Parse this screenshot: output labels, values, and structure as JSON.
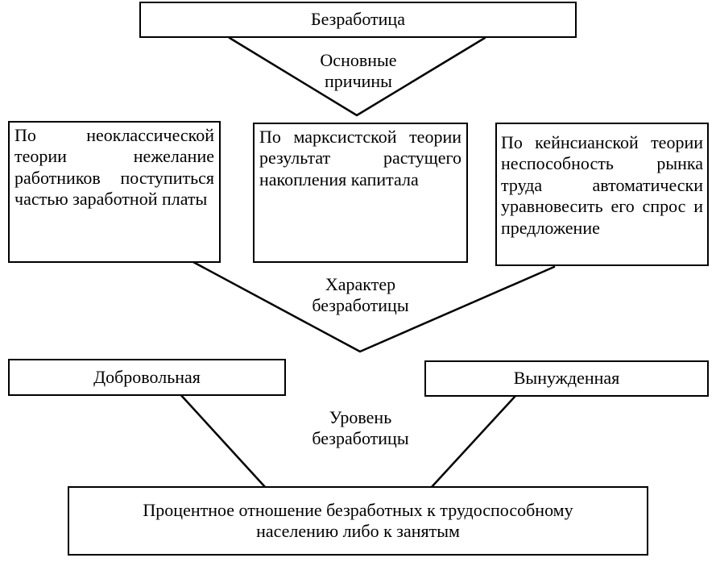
{
  "top": {
    "title": "Безработица",
    "label_line1": "Основные",
    "label_line2": "причины"
  },
  "theories": {
    "neoclassical": "По неоклассической теории нежелание работников поступиться частью заработной платы",
    "marxist": "По марксистской теории результат растущего накопления капитала",
    "keynesian": "По кейнсианской теории неспособность рынка труда автоматически уравновесить его спрос и предложение"
  },
  "character": {
    "label_line1": "Характер",
    "label_line2": "безработицы",
    "voluntary": "Добровольная",
    "forced": "Вынужденная"
  },
  "level": {
    "label_line1": "Уровень",
    "label_line2": "безработицы",
    "definition_line1": "Процентное отношение безработных к трудоспособному",
    "definition_line2": "населению либо к занятым"
  }
}
